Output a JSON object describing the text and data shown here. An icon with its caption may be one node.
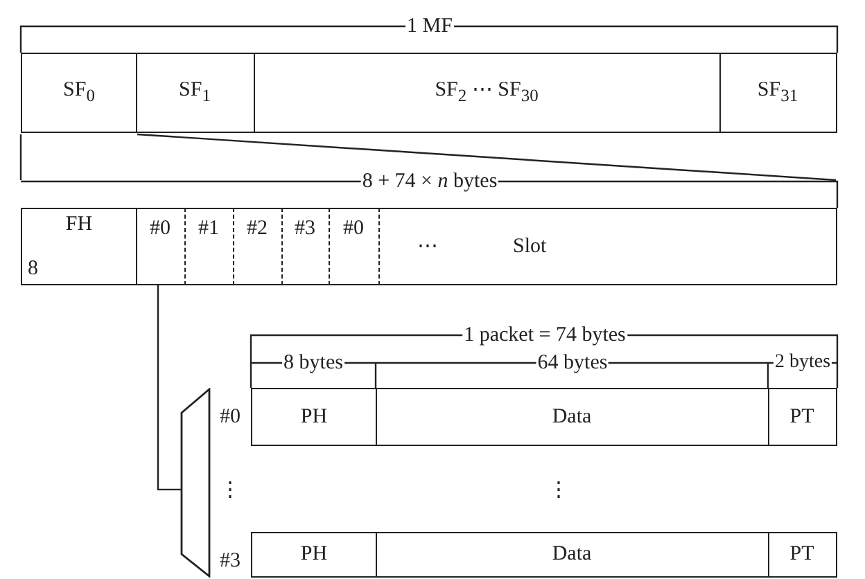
{
  "diagram": {
    "nodes": [
      {
        "text": [
          "SF$_{0}$"
        ]
      },
      {
        "text": [
          "SF$_{1}$"
        ]
      },
      {
        "text": [
          "SF$_{2}$ ⋯ SF$_{30}$"
        ]
      },
      {
        "text": [
          "SF$_{31}$"
        ]
      },
      {
        "text": [
          "FH",
          "8"
        ]
      },
      {
        "text": [
          "#0"
        ]
      },
      {
        "text": [
          "#1"
        ]
      },
      {
        "text": [
          "#2"
        ]
      },
      {
        "text": [
          "#3"
        ]
      },
      {
        "text": [
          "#0"
        ]
      },
      {
        "text": [
          "⋯",
          "Slot"
        ]
      },
      {
        "text": [
          "PH"
        ]
      },
      {
        "text": [
          "Data"
        ]
      },
      {
        "text": [
          "PT"
        ]
      },
      {
        "text": [
          "PH"
        ]
      },
      {
        "text": [
          "Data"
        ]
      },
      {
        "text": [
          "PT"
        ]
      },
      {
        "text": [],
        "shape": "trapezoid"
      }
    ],
    "edges": [
      {
        "from": 5,
        "to": 17,
        "arrow": "none"
      }
    ],
    "labels": [
      "1 MF",
      "8 + 74 × *n* bytes",
      "1 packet = 74 bytes",
      "8 bytes",
      "64 bytes",
      "2 bytes",
      "#0",
      "⋮",
      "⋮",
      "#3"
    ]
  }
}
